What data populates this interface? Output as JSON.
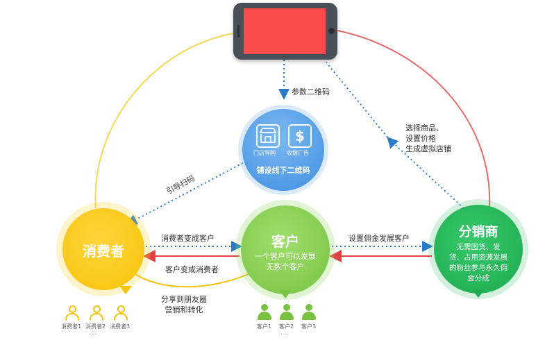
{
  "phone": {
    "screen_color": "#fc4b4b",
    "label_qr": "参数二维码"
  },
  "center": {
    "icon_store_label": "门店导购",
    "icon_dollar": "$",
    "icon_pay_label": "收银广告",
    "caption": "铺设线下二维码"
  },
  "consumer": {
    "title": "消费者",
    "people": [
      "消费者1",
      "消费者2",
      "消费者3"
    ],
    "more": "···"
  },
  "customer": {
    "title": "客户",
    "desc_line1": "一个客户可以发展",
    "desc_line2": "无数个客户",
    "people": [
      "客户1",
      "客户2",
      "客户3"
    ],
    "more": "···"
  },
  "distributor": {
    "title": "分销商",
    "desc_line1": "无需囤货、发",
    "desc_line2": "货、占用资源发展",
    "desc_line3": "的粉丝参与永久佣",
    "desc_line4": "金分成"
  },
  "labels": {
    "guide_scan": "引导扫码",
    "select_goods_1": "选择商品、",
    "select_goods_2": "设置价格",
    "select_goods_3": "生成虚拟店铺",
    "consumer_to_customer": "消费者变成客户",
    "customer_to_consumer": "客户变成消费者",
    "share_1": "分享到朋友圈",
    "share_2": "营销和转化",
    "set_commission": "设置佣金发展客户"
  },
  "colors": {
    "yellow": "#f9c308",
    "blue": "#3f8fe0",
    "light_green": "#78c442",
    "dark_green": "#1eaa4f",
    "red_line": "#e04040",
    "dotted_blue": "#2a78c8"
  }
}
